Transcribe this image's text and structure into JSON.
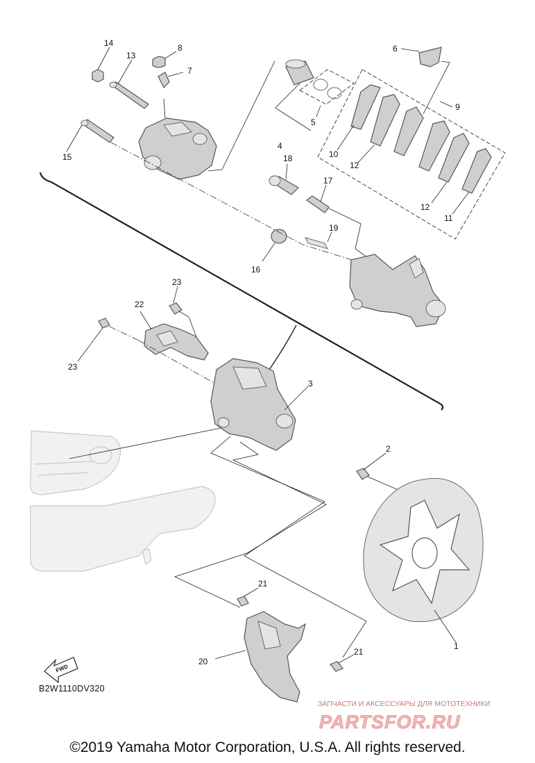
{
  "callouts": [
    {
      "id": "c1",
      "text": "1"
    },
    {
      "id": "c2",
      "text": "2"
    },
    {
      "id": "c3",
      "text": "3"
    },
    {
      "id": "c4",
      "text": "4"
    },
    {
      "id": "c5",
      "text": "5"
    },
    {
      "id": "c6",
      "text": "6"
    },
    {
      "id": "c7",
      "text": "7"
    },
    {
      "id": "c8",
      "text": "8"
    },
    {
      "id": "c9",
      "text": "9"
    },
    {
      "id": "c10",
      "text": "10"
    },
    {
      "id": "c11",
      "text": "11"
    },
    {
      "id": "c12a",
      "text": "12"
    },
    {
      "id": "c12b",
      "text": "12"
    },
    {
      "id": "c13",
      "text": "13"
    },
    {
      "id": "c14",
      "text": "14"
    },
    {
      "id": "c15",
      "text": "15"
    },
    {
      "id": "c16",
      "text": "16"
    },
    {
      "id": "c17",
      "text": "17"
    },
    {
      "id": "c18",
      "text": "18"
    },
    {
      "id": "c19",
      "text": "19"
    },
    {
      "id": "c20",
      "text": "20"
    },
    {
      "id": "c21a",
      "text": "21"
    },
    {
      "id": "c21b",
      "text": "21"
    },
    {
      "id": "c22",
      "text": "22"
    },
    {
      "id": "c23a",
      "text": "23"
    },
    {
      "id": "c23b",
      "text": "23"
    }
  ],
  "fwd_label": "FWD",
  "diagram_code": "B2W1110DV320",
  "watermark": {
    "tagline": "ЗАПЧАСТИ И АКСЕССУАРЫ ДЛЯ МОТОТЕХНИКИ",
    "brand": "PARTSFOR.RU"
  },
  "copyright": "©2019 Yamaha Motor Corporation, U.S.A. All rights reserved."
}
